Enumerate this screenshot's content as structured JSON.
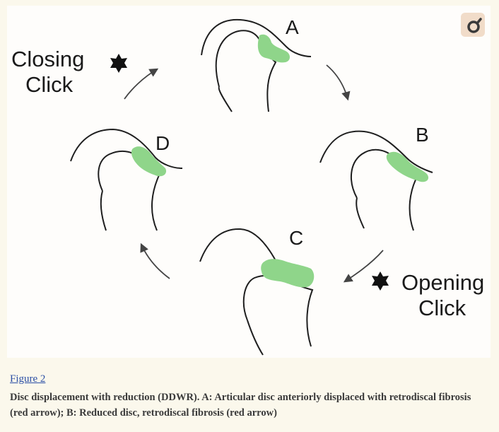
{
  "diagram": {
    "labels": {
      "a": "A",
      "b": "B",
      "c": "C",
      "d": "D"
    },
    "closing_click": {
      "line1": "Closing",
      "line2": "Click"
    },
    "opening_click": {
      "line1": "Opening",
      "line2": "Click"
    },
    "colors": {
      "disc": "#8fd58a",
      "outline": "#1f1f1f",
      "arrow": "#444444",
      "star": "#111111"
    }
  },
  "caption": {
    "link": "Figure 2",
    "text": "Disc displacement with reduction (DDWR). A: Articular disc anteriorly displaced with retrodiscal fibrosis (red arrow); B: Reduced disc, retrodiscal fibrosis (red arrow)"
  },
  "toolbar": {
    "zoom_icon": "magnify-icon"
  }
}
